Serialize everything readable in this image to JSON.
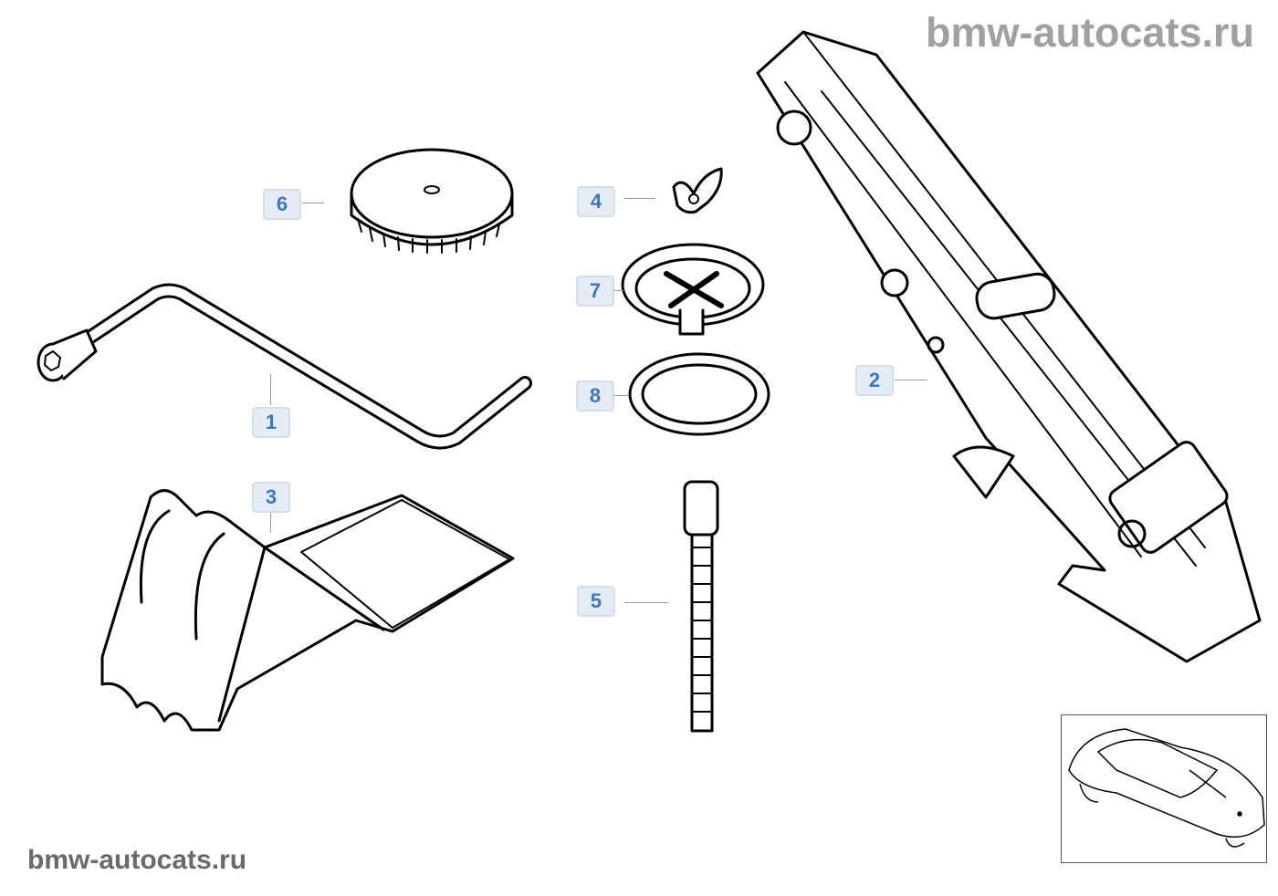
{
  "watermark": {
    "top": "bmw-autocats.ru",
    "bottom": "bmw-autocats.ru"
  },
  "callouts": [
    {
      "label": "1",
      "part": "lug-wrench"
    },
    {
      "label": "2",
      "part": "jack"
    },
    {
      "label": "3",
      "part": "wheel-chock"
    },
    {
      "label": "4",
      "part": "wing-nut"
    },
    {
      "label": "5",
      "part": "threaded-bolt"
    },
    {
      "label": "6",
      "part": "knurled-cap"
    },
    {
      "label": "7",
      "part": "holder"
    },
    {
      "label": "8",
      "part": "ring"
    }
  ],
  "colors": {
    "callout_text": "#3b77bd",
    "callout_bg": "#e5ecf5",
    "callout_border": "#d3deec"
  }
}
